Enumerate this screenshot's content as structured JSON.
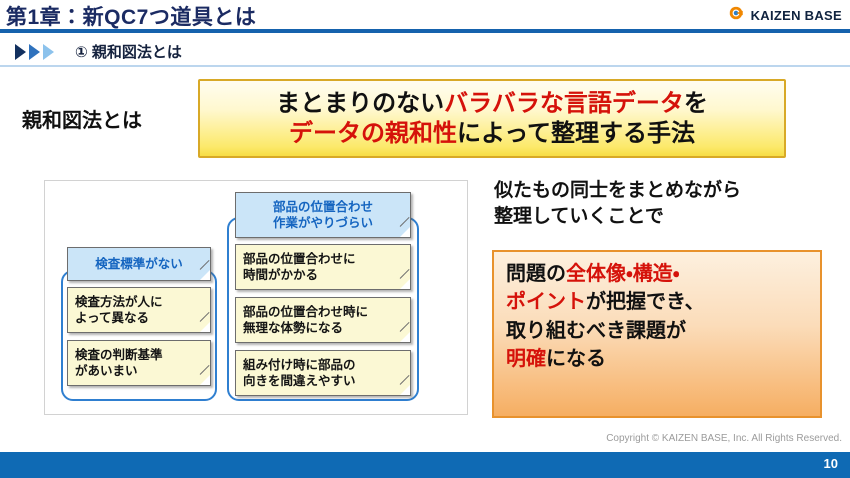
{
  "header": {
    "title": "第1章：新QC7つ道具とは",
    "logo_text": "KAIZEN BASE",
    "logo_icon": "gear-icon"
  },
  "subheader": {
    "arrows_icon": "triple-chevron-right-icon",
    "title": "① 親和図法とは"
  },
  "lead": {
    "label": "親和図法とは"
  },
  "definition_banner": {
    "line1_part1": "まとまりのない",
    "line1_part2_red": "バラバラな言語データ",
    "line1_part3": "を",
    "line2_part1_red": "データの親和性",
    "line2_part2": "によって整理する手法"
  },
  "affinity_panel": {
    "groups": [
      {
        "name": "inspection-standard-group",
        "header": "検査標準がない",
        "items": [
          "検査方法が人に\nよって異なる",
          "検査の判断基準\nがあいまい"
        ]
      },
      {
        "name": "part-alignment-group",
        "header": "部品の位置合わせ\n作業がやりづらい",
        "items": [
          "部品の位置合わせに\n時間がかかる",
          "部品の位置合わせ時に\n無理な体勢になる",
          "組み付け時に部品の\n向きを間違えやすい"
        ]
      }
    ]
  },
  "right_note": {
    "text": "似たもの同士をまとめながら\n整理していくことで"
  },
  "result_box": {
    "line1_part1": "問題の",
    "line1_part2_red": "全体像・構造・",
    "line2_part1_red": "ポイント",
    "line2_part2": "が把握でき、",
    "line3": "取り組むべき課題が",
    "line4_part1_red": "明確",
    "line4_part2": "になる"
  },
  "footer": {
    "copyright": "Copyright ©  KAIZEN BASE, Inc.  All Rights Reserved.",
    "page_number": "10"
  },
  "colors": {
    "header_title": "#1b2b63",
    "header_rule": "#1562ad",
    "sub_rule": "#bcd6ee",
    "accent_red": "#d5120a",
    "banner_border": "#d8a927",
    "card_head_bg": "#cbe5f8",
    "card_head_text": "#1565c0",
    "card_item_bg": "#fbf8d4",
    "bracket": "#2f7fd0",
    "result_border": "#e8922d",
    "footer_bar": "#0f6ab4",
    "logo_orange": "#f08700"
  }
}
